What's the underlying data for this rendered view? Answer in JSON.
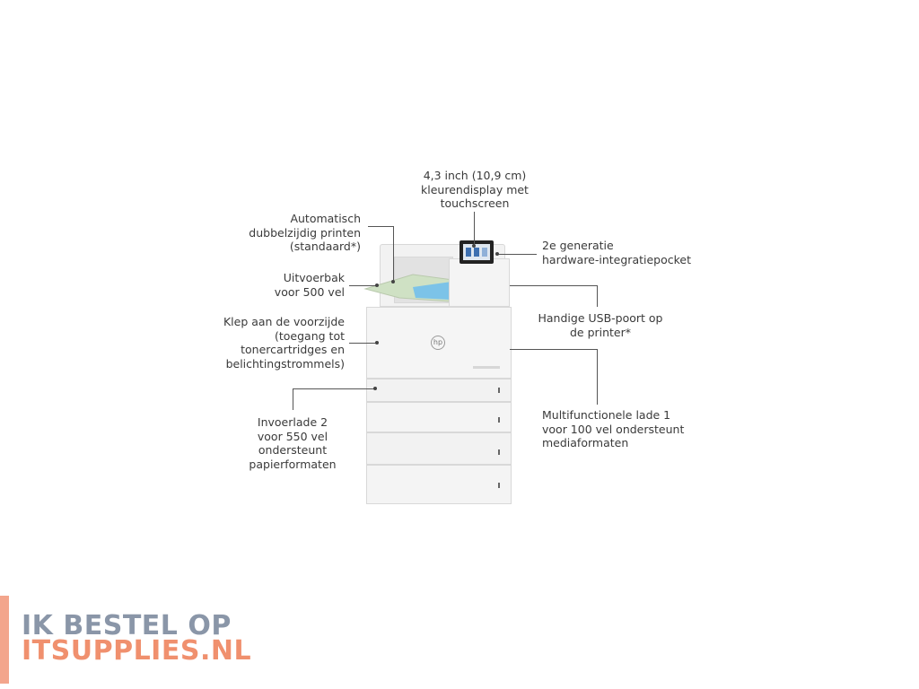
{
  "labels": {
    "display": [
      "4,3 inch (10,9 cm)",
      "kleurendisplay met",
      "touchscreen"
    ],
    "duplex": [
      "Automatisch",
      "dubbelzijdig printen",
      "(standaard*)"
    ],
    "output_bin": [
      "Uitvoerbak",
      "voor 500 vel"
    ],
    "front_door": [
      "Klep aan de voorzijde",
      "(toegang tot",
      "tonercartridges en",
      "belichtingstrommels)"
    ],
    "tray2": [
      "Invoerlade 2",
      "voor 550 vel",
      "ondersteunt",
      "papierformaten"
    ],
    "pocket": [
      "2e generatie",
      "hardware-integratiepocket"
    ],
    "usb": [
      "Handige USB-poort op",
      "de printer*"
    ],
    "tray1": [
      "Multifunctionele lade 1",
      "voor 100 vel ondersteunt",
      "mediaformaten"
    ]
  },
  "printer": {
    "brand_mark": "hp"
  },
  "logo": {
    "line1": "IK BESTEL OP",
    "line2": "ITSUPPLIES.NL",
    "line1_color": "#8a96a8",
    "line2_color": "#f0906e",
    "bar_color": "#f3a58c"
  }
}
